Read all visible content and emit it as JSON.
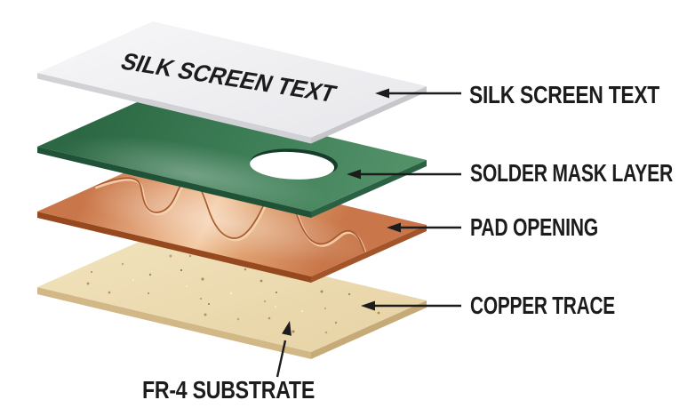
{
  "board": {
    "silkscreen_text": "SILK SCREEN TEXT"
  },
  "callouts": [
    {
      "text": "SILK SCREEN TEXT"
    },
    {
      "text": "SOLDER MASK LAYER"
    },
    {
      "text": "PAD OPENING"
    },
    {
      "text": "COPPER TRACE"
    },
    {
      "text": "FR-4 SUBSTRATE"
    }
  ],
  "colors": {
    "silkscreen": "#f7f7f9",
    "solder_mask": "#3d7d56",
    "copper": "#c9774a",
    "copper_highlight": "#f3cba5",
    "substrate": "#e6d2a4",
    "ink": "#1c1c1c"
  }
}
